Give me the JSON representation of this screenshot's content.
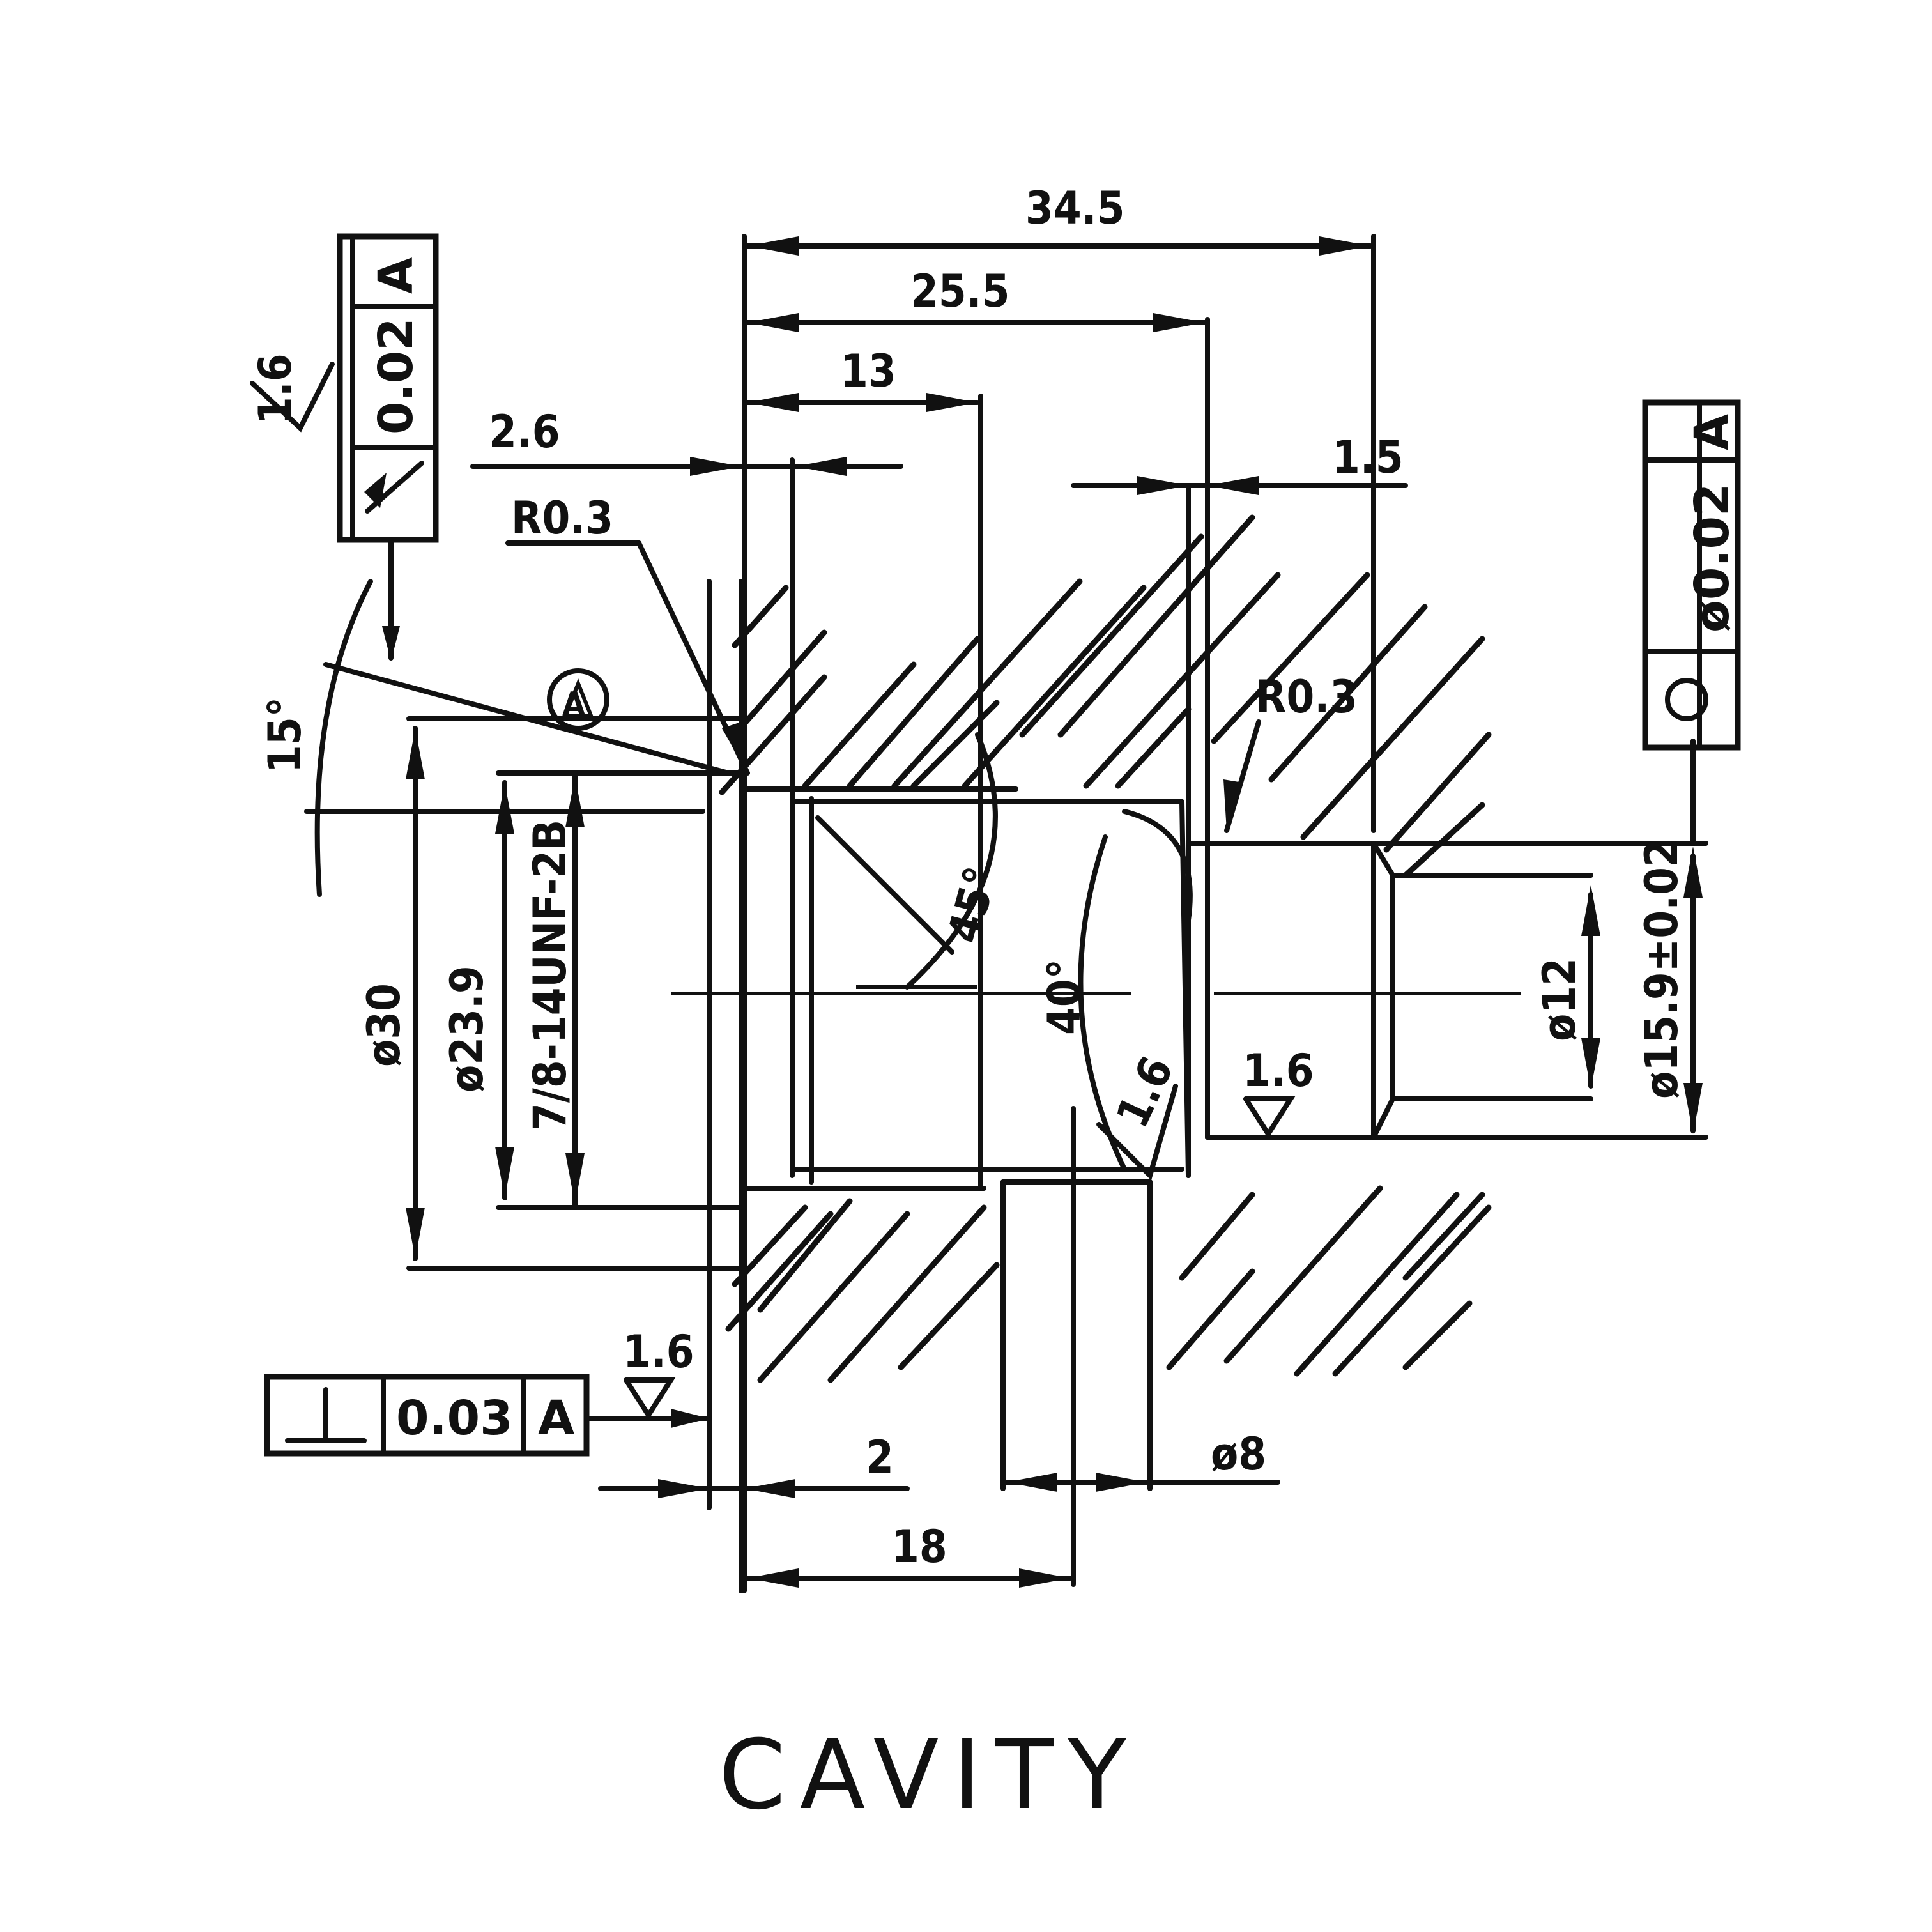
{
  "title": "CAVITY",
  "dimensions": {
    "overall_length": "34.5",
    "length_25": "25.5",
    "length_13": "13",
    "length_2_6": "2.6",
    "length_1_5": "1.5",
    "radius_top_left": "R0.3",
    "radius_right": "R0.3",
    "angle_15": "15°",
    "angle_45": "45°",
    "angle_40": "40°",
    "dia_30": "ø30",
    "dia_23_9": "ø23.9",
    "thread": "7/8-14UNF-2B",
    "dia_12": "ø12",
    "dia_15_9": "ø15.9±0.02",
    "dia_8": "ø8",
    "length_2": "2",
    "length_18": "18"
  },
  "surface_finish": {
    "top_left": "1.6",
    "center": "1.6",
    "right": "1.6",
    "bottom": "1.6"
  },
  "datum": {
    "label": "A"
  },
  "feature_control_frames": {
    "runout": {
      "symbol": "runout-arrow",
      "tolerance": "0.02",
      "datum": "A"
    },
    "circularity": {
      "symbol": "circle",
      "tolerance": "ø0.02",
      "datum": "A"
    },
    "perpendicularity": {
      "symbol": "perpendicular",
      "tolerance": "0.03",
      "datum": "A"
    }
  }
}
